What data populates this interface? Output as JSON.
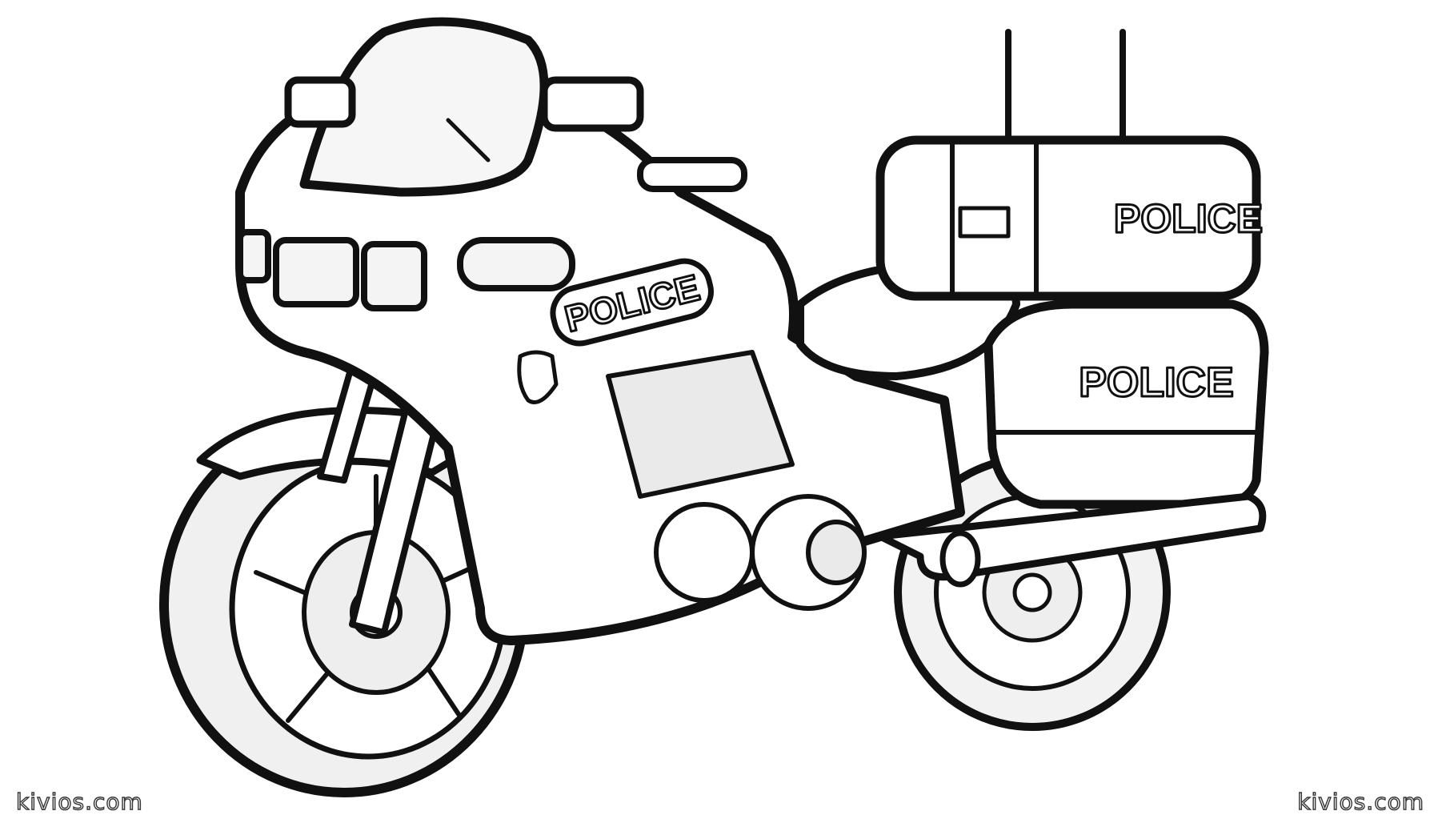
{
  "image": {
    "subject": "police motorcycle coloring page",
    "style": "black line art on white background"
  },
  "labels": {
    "fairing_text": "POLICE",
    "top_case_text": "POLICE",
    "saddlebag_text": "POLICE"
  },
  "watermarks": {
    "left": "kivios.com",
    "right": "kivios.com"
  },
  "colors": {
    "background": "#ffffff",
    "line": "#111111",
    "shade": "#e6e6e6"
  }
}
